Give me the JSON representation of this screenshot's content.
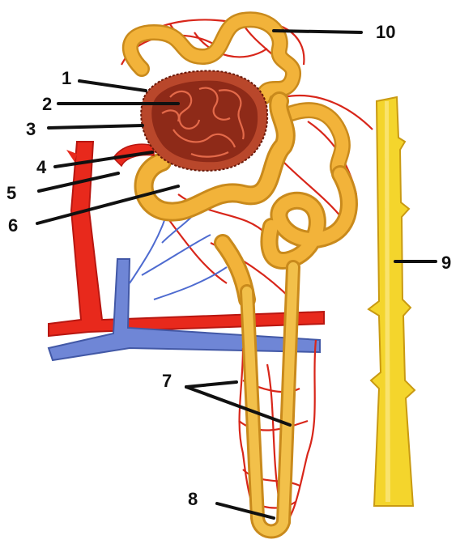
{
  "diagram": {
    "subject": "nephron",
    "colors": {
      "artery": "#e8291c",
      "artery_dark": "#b81610",
      "vein": "#6f86d6",
      "capillary": "#d8261a",
      "tubule": "#f2b33a",
      "tubule_light": "#f8d26a",
      "collecting_duct": "#f4d52c",
      "glomerulus": "#8e2a18",
      "capsule": "#b9472b",
      "leader": "#111111",
      "label_text": "#111111"
    },
    "labels": [
      {
        "id": "1",
        "text": "1"
      },
      {
        "id": "2",
        "text": "2"
      },
      {
        "id": "3",
        "text": "3"
      },
      {
        "id": "4",
        "text": "4"
      },
      {
        "id": "5",
        "text": "5"
      },
      {
        "id": "6",
        "text": "6"
      },
      {
        "id": "7",
        "text": "7"
      },
      {
        "id": "8",
        "text": "8"
      },
      {
        "id": "9",
        "text": "9"
      },
      {
        "id": "10",
        "text": "10"
      }
    ]
  }
}
